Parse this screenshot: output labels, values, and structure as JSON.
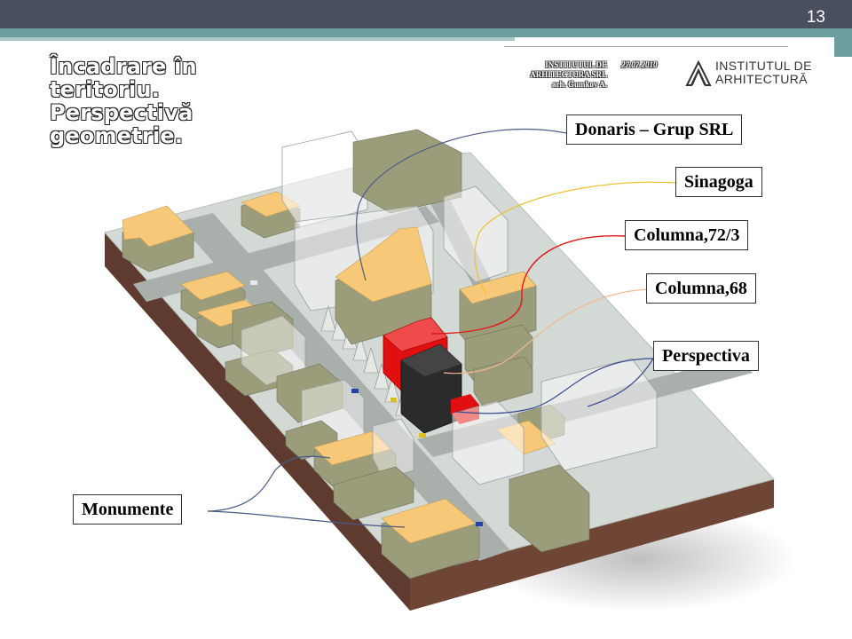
{
  "slide": {
    "page_number": "13",
    "title_lines": [
      "Încadrare în",
      "teritoriu.",
      "Perspectivă",
      "geometrie."
    ]
  },
  "header": {
    "org_lines": [
      "INSTITUTUL DE",
      "ARHITECTURA SRL",
      "arh. Gumkov A."
    ],
    "date": "27.07.2010",
    "logo_line1": "INSTITUTUL DE",
    "logo_line2": "ARHITECTURĂ"
  },
  "callouts": {
    "donaris": "Donaris – Grup SRL",
    "sinagoga": "Sinagoga",
    "columna_72_3": "Columna,72/3",
    "columna_68": "Columna,68",
    "perspectiva": "Perspectiva",
    "monumente": "Monumente"
  },
  "colors": {
    "top_bar": "#4a4f60",
    "teal_bar": "#6b9e9c",
    "building_gray": "#9b9d7a",
    "building_roof": "#f7c878",
    "highlight_red": "#e01010",
    "dark_tower": "#2b2b2b",
    "ground": "#d3d9d5",
    "soil": "#5e3b2e",
    "line_donaris": "#4a5a88",
    "line_sinagoga": "#f0c030",
    "line_columna72": "#e01818",
    "line_columna68": "#f0b890",
    "line_perspectiva": "#3a4c90",
    "line_monumente": "#4a5a88"
  }
}
